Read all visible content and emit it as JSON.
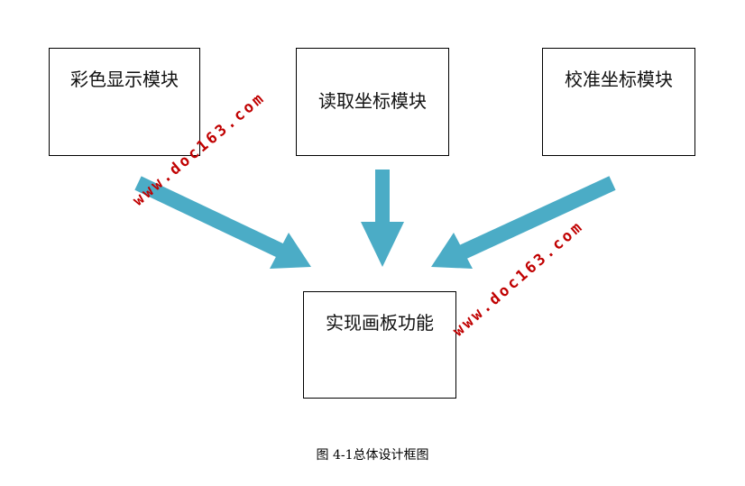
{
  "modules": [
    {
      "label": "彩色显示模块"
    },
    {
      "label": "读取坐标模块"
    },
    {
      "label": "校准坐标模块"
    }
  ],
  "target": {
    "label": "实现画板功能"
  },
  "caption": "图 4-1总体设计框图",
  "watermark": "www.doc163.com",
  "colors": {
    "arrow": "#4bacc6",
    "watermark": "#c00000"
  }
}
